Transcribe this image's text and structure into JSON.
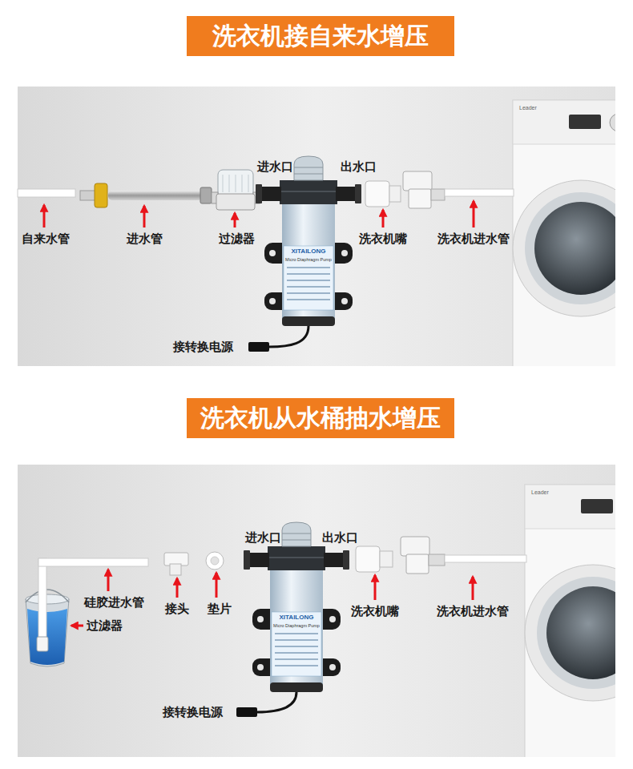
{
  "diagram": {
    "nodes": [
      {
        "text": [
          "洗衣机接自来水增压"
        ]
      },
      {
        "text": [
          "洗衣机从水桶抽水增压"
        ]
      }
    ],
    "labels": [
      "进水口",
      "出水口",
      "XITAILONG",
      "Micro Diaphragm Pump",
      "Leader",
      "自来水管",
      "进水管",
      "过滤器",
      "洗衣机嘴",
      "洗衣机进水管",
      "接转换电源",
      "进水口",
      "出水口",
      "XITAILONG",
      "Micro Diaphragm Pump",
      "Leader",
      "硅胶进水管",
      "过滤器",
      "接头",
      "垫片",
      "洗衣机嘴",
      "洗衣机进水管",
      "接转换电源"
    ]
  }
}
